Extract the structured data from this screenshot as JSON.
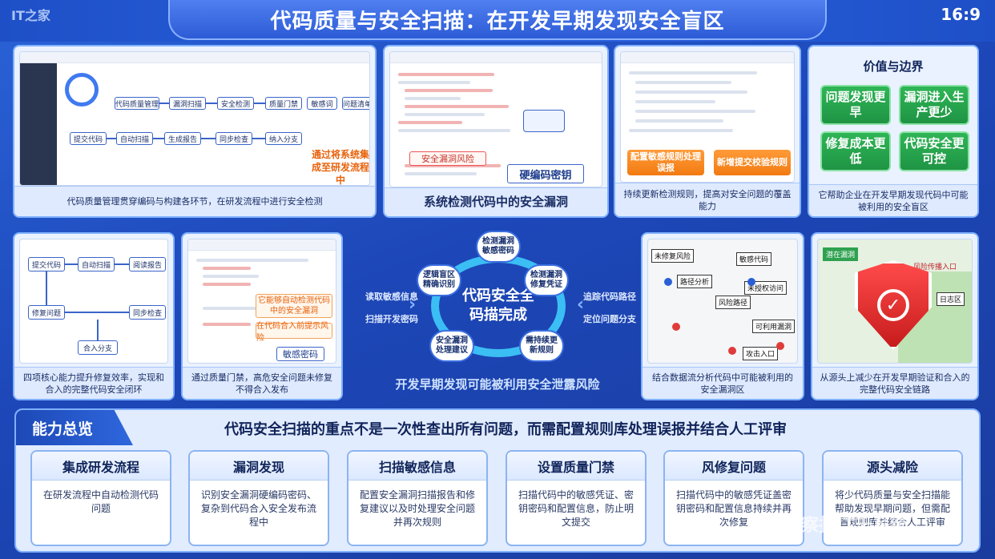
{
  "header": {
    "logo": "IT之家",
    "title": "代码质量与安全扫描：在开发早期发现安全盲区",
    "ratio": "16:9"
  },
  "panel1": {
    "nodes": [
      "代码质量管理",
      "漏洞扫描",
      "安全检测",
      "质量门禁",
      "敏感词",
      "问题清单",
      "提交代码",
      "自动扫描",
      "生成报告",
      "同步检查",
      "纳入分支"
    ],
    "callout": "通过将系统集成至研发流程中",
    "caption": "代码质量管理贯穿编码与构建各环节，在研发流程中进行安全检测"
  },
  "panel2": {
    "callout1": "硬编码密钥",
    "callout2": "安全漏洞风险",
    "caption": "系统检测代码中的安全漏洞"
  },
  "panel3": {
    "btn1": "配置敏感规则处理误报",
    "btn2": "新增提交校验规则",
    "caption": "持续更新检测规则，提高对安全问题的覆盖能力"
  },
  "panel4": {
    "title": "价值与边界",
    "tiles": [
      "问题发现更早",
      "漏洞进入生产更少",
      "修复成本更低",
      "代码安全更可控"
    ],
    "caption": "它帮助企业在开发早期发现代码中可能被利用的安全盲区"
  },
  "panel5": {
    "nodes": [
      "提交代码",
      "自动扫描",
      "阅读报告",
      "修复问题",
      "同步检查",
      "合入分支"
    ],
    "caption": "四项核心能力提升修复效率，实现和合入的完整代码安全闭环"
  },
  "panel6": {
    "callout": "它能够自动检测代码中的安全漏洞",
    "callout2": "在代码合入前提示风险",
    "badge": "敏感密码",
    "caption": "通过质量门禁，高危安全问题未修复不得合入发布"
  },
  "center": {
    "core": "代码安全全码描完成",
    "bubbles": [
      "检测漏洞敏感密码",
      "检测漏洞修复凭证",
      "需持续更新规则",
      "安全漏洞处理建议",
      "逻辑盲区精确识别"
    ],
    "left_labels": [
      "读取敏感信息",
      "扫描开发密码"
    ],
    "right_labels": [
      "追踪代码路径",
      "定位问题分支"
    ],
    "caption": "开发早期发现可能被利用安全泄露风险"
  },
  "panel7": {
    "labels": [
      "未修复风险",
      "敏感代码",
      "路径分析",
      "未授权访问",
      "风险路径",
      "可利用漏洞",
      "攻击入口"
    ],
    "caption": "结合数据流分析代码中可能被利用的安全漏洞区"
  },
  "panel8": {
    "label_left": "潜在漏洞",
    "label_right": "风险传播入口",
    "label_zone": "日志区",
    "caption": "从源头上减少在开发早期验证和合入的完整代码安全链路"
  },
  "bottom": {
    "tag": "能力总览",
    "headline": "代码安全扫描的重点不是一次性查出所有问题，而需配置规则库处理误报并结合人工评审",
    "cards": [
      {
        "title": "集成研发流程",
        "desc": "在研发流程中自动检测代码问题"
      },
      {
        "title": "漏洞发现",
        "desc": "识别安全漏洞硬编码密码、复杂到代码合入安全发布流程中"
      },
      {
        "title": "扫描敏感信息",
        "desc": "配置安全漏洞扫描报告和修复建议以及时处理安全问题并再次规则"
      },
      {
        "title": "设置质量门禁",
        "desc": "扫描代码中的敏感凭证、密钥密码和配置信息，防止明文提交"
      },
      {
        "title": "风修复问题",
        "desc": "扫描代码中的敏感凭证盖密钥密码和配置信息持续并再次修复"
      },
      {
        "title": "源头减险",
        "desc": "将少代码质量与安全扫描能帮助发现早期问题，但需配置规则库并结合人工评审"
      }
    ]
  },
  "watermark": "@洞察报IT千系统",
  "colors": {
    "accent": "#2f6fe8",
    "orange": "#f27a12",
    "green": "#1f9444",
    "red": "#d93030",
    "cyan": "#41d3ff"
  }
}
